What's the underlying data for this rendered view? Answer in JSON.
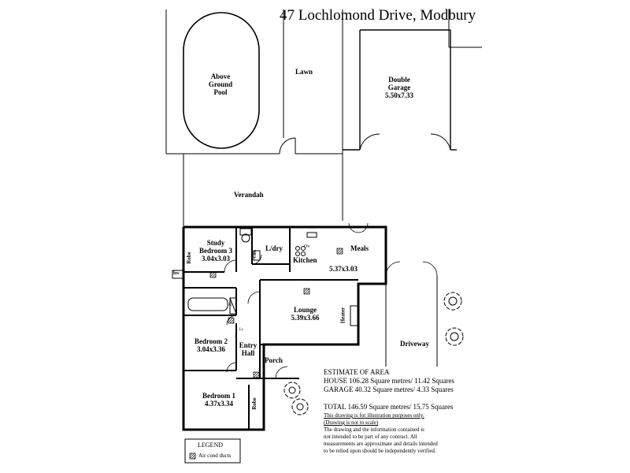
{
  "title": "47  Lochlomond Drive,  Modbury",
  "rooms": {
    "pool": {
      "lines": [
        "Above",
        "Ground",
        "Pool"
      ]
    },
    "lawn": "Lawn",
    "garage": {
      "name1": "Double",
      "name2": "Garage",
      "dims": "5.50x7.33"
    },
    "verandah": "Verandah",
    "study": {
      "name1": "Study",
      "name2": "Bedroom 3",
      "dims": "3.04x3.03"
    },
    "ldry": "L/dry",
    "kitchen": "Kitchen",
    "meals": {
      "name": "Meals",
      "dims": "5.37x3.03"
    },
    "lounge": {
      "name": "Lounge",
      "dims": "5.39x3.66"
    },
    "bedroom2": {
      "name": "Bedroom 2",
      "dims": "3.04x3.36"
    },
    "entry": {
      "name1": "Entry",
      "name2": "Hall"
    },
    "porch": "Porch",
    "bedroom1": {
      "name": "Bedroom 1",
      "dims": "4.37x3.34"
    },
    "driveway": "Driveway"
  },
  "small_labels": {
    "robe_top": "Robe",
    "robe_bottom": "Robe",
    "hw": "hw",
    "heater": "Heater",
    "ov": "Ov",
    "cbd": "Cbd",
    "pt": "Pt",
    "lc": "Lc"
  },
  "estimate": {
    "heading": "ESTIMATE OF AREA",
    "house": "HOUSE   106.28 Square metres/  11.42 Squares",
    "garage": "GARAGE  40.32 Square metres/  4.33 Squares",
    "total": "TOTAL    146.59 Square metres/  15.75 Squares"
  },
  "disclaimer": {
    "line1": "This drawing is for illustration purposes only.",
    "line2": "(Drawing is not to scale)",
    "line3": "The drawing and the information contained is",
    "line4": "not intended to be part of any contract.  All",
    "line5": "measurements are approximate and details intended",
    "line6": "to be relied upon should be independently verified."
  },
  "legend": {
    "heading": "LEGEND",
    "item": "Air cond ducts"
  }
}
